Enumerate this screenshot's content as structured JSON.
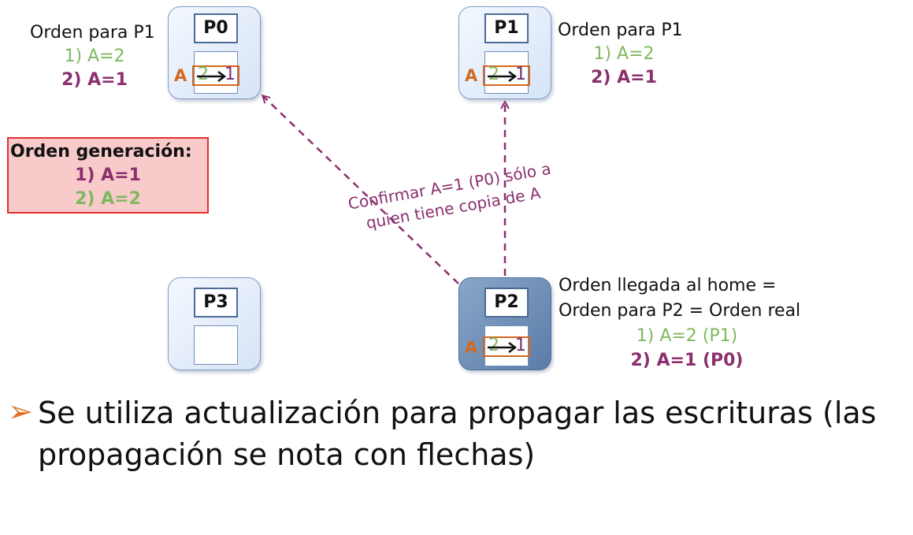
{
  "nodes": {
    "p0": {
      "label": "P0",
      "cache_var": "A",
      "old_value": "2",
      "new_value": "1"
    },
    "p1": {
      "label": "P1",
      "cache_var": "A",
      "old_value": "2",
      "new_value": "1"
    },
    "p2": {
      "label": "P2",
      "cache_var": "A",
      "old_value": "2",
      "new_value": "1"
    },
    "p3": {
      "label": "P3"
    }
  },
  "p0_order": {
    "title": "Orden para P1",
    "line1": "1) A=2",
    "line2": "2) A=1"
  },
  "p1_order": {
    "title": "Orden para P1",
    "line1": "1) A=2",
    "line2": "2) A=1"
  },
  "generation_order": {
    "title": "Orden generación:",
    "line1": "1) A=1",
    "line2": "2) A=2"
  },
  "home_order": {
    "title_line1": "Orden llegada al home =",
    "title_line2": "Orden para P2 = Orden real",
    "line1": "1) A=2 (P1)",
    "line2": "2) A=1 (P0)"
  },
  "confirm_label": {
    "line1": "Confirmar A=1 (P0) sólo a",
    "line2": "quien tiene copia de A"
  },
  "bullet": {
    "text": "Se utiliza actualización para propagar las escrituras (las propagación se nota con flechas)"
  },
  "colors": {
    "old_value": "#7fb95f",
    "new_value": "#8b2f6e",
    "cache_line": "#d2691e",
    "generation_box_bg": "#f8caca",
    "generation_box_border": "#e0302f",
    "arrow": "#8b2f6e",
    "bullet_marker": "#e07020"
  }
}
